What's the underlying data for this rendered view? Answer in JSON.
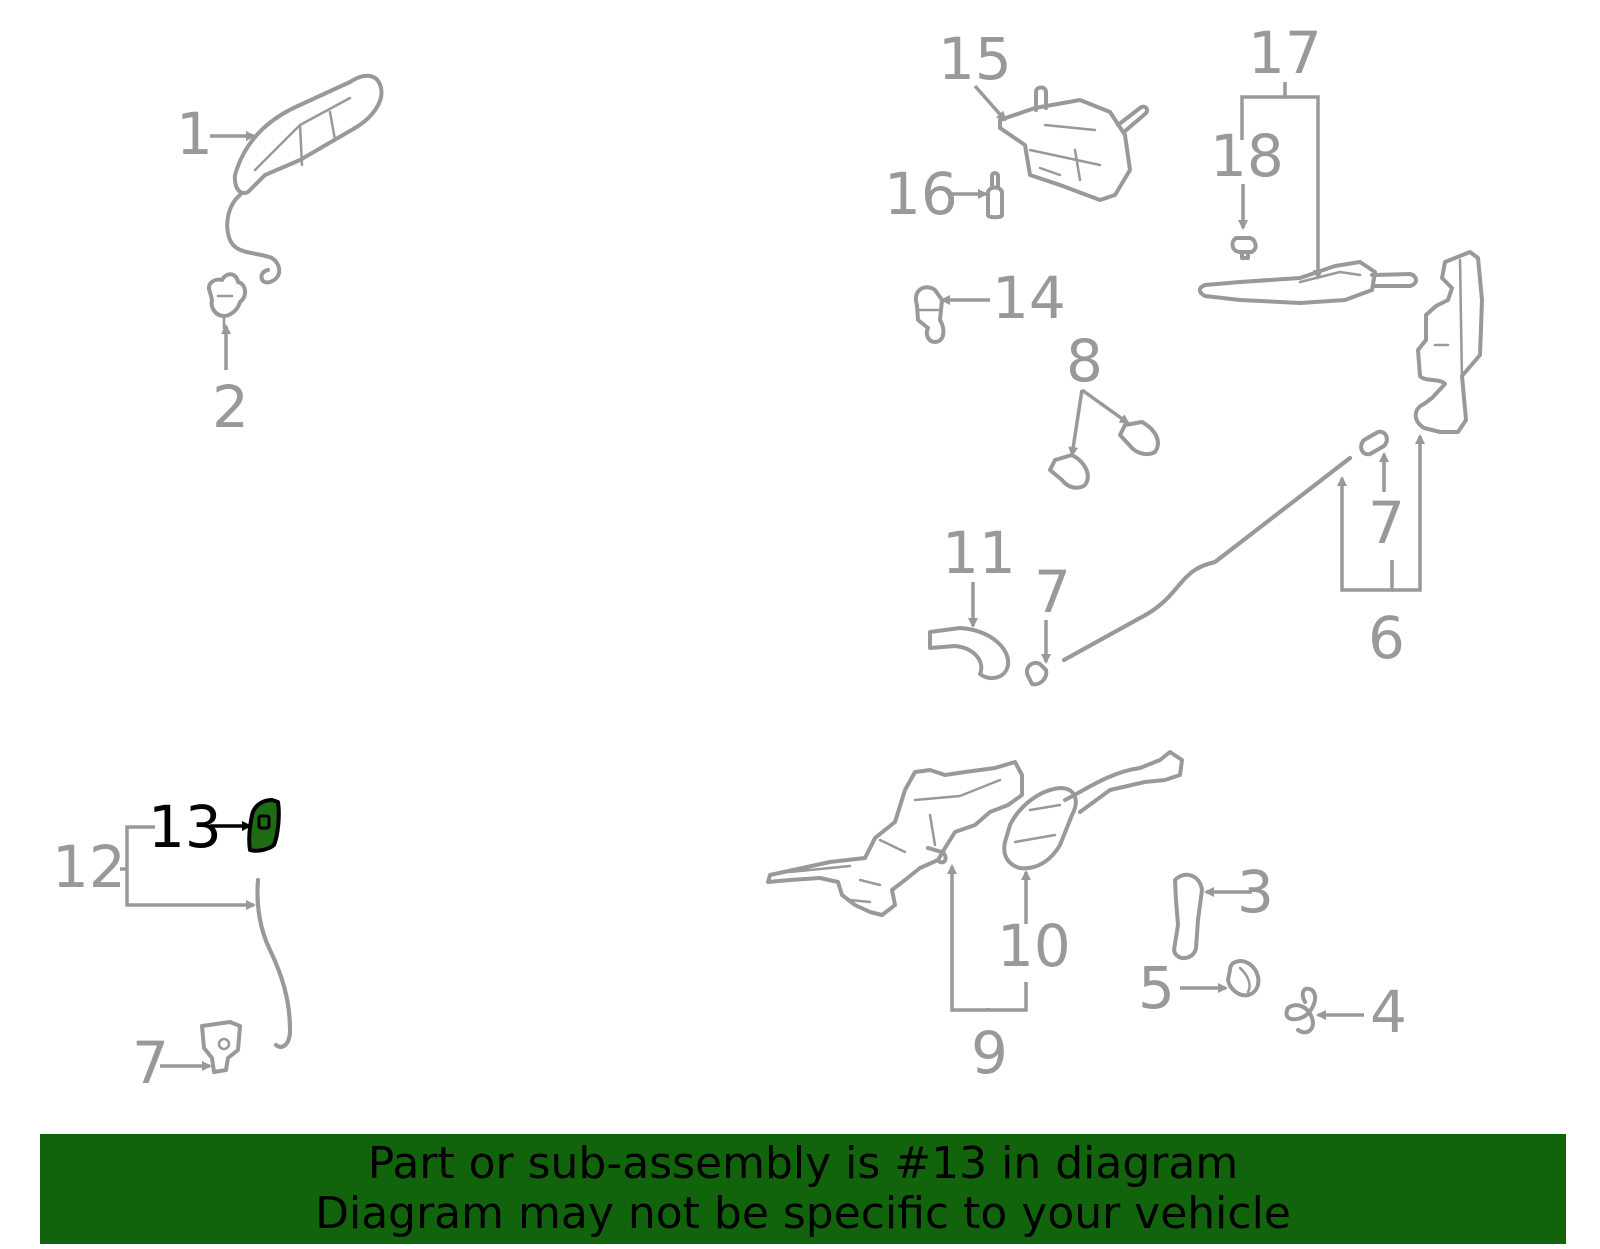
{
  "highlight_color": "#1d6b12",
  "banner_color": "#11640b",
  "line_color": "#999999",
  "callouts": {
    "c1": "1",
    "c2": "2",
    "c3": "3",
    "c4": "4",
    "c5": "5",
    "c6": "6",
    "c7a": "7",
    "c7b": "7",
    "c7c": "7",
    "c8": "8",
    "c9": "9",
    "c10": "10",
    "c11": "11",
    "c12": "12",
    "c13": "13",
    "c14": "14",
    "c15": "15",
    "c16": "16",
    "c17": "17",
    "c18": "18"
  },
  "banner": {
    "line1": "Part or sub-assembly is #13 in diagram",
    "line2": "Diagram may not be specific to your vehicle"
  }
}
